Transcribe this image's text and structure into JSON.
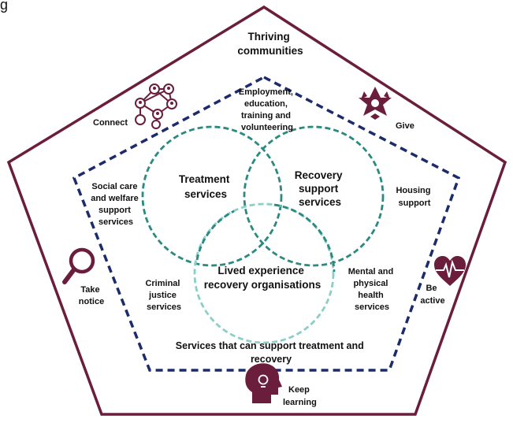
{
  "header_fragment": "g",
  "outer_title": [
    "Thriving",
    "communities"
  ],
  "wellbeing": {
    "connect": "Connect",
    "give": "Give",
    "take_notice": [
      "Take",
      "notice"
    ],
    "be_active": [
      "Be",
      "active"
    ],
    "keep_learning": [
      "Keep",
      "learning"
    ]
  },
  "services": {
    "employment": [
      "Employment,",
      "education,",
      "training and",
      "volunteering"
    ],
    "social_care": [
      "Social care",
      "and welfare",
      "support",
      "services"
    ],
    "housing": [
      "Housing",
      "support"
    ],
    "criminal_justice": [
      "Criminal",
      "justice",
      "services"
    ],
    "mental_physical": [
      "Mental and",
      "physical",
      "health",
      "services"
    ],
    "footer": [
      "Services that can support treatment and",
      "recovery"
    ]
  },
  "circles": {
    "treatment": [
      "Treatment",
      "services"
    ],
    "recovery_support": [
      "Recovery",
      "support",
      "services"
    ],
    "lived_experience": [
      "Lived experience",
      "recovery organisations"
    ]
  },
  "colors": {
    "maroon": "#6b1e3c",
    "navy": "#1b2b6b",
    "teal": "#2a8a80",
    "teal_light": "#8ccfc6"
  },
  "icons": [
    "network-icon",
    "hands-star-icon",
    "magnifier-icon",
    "heart-pulse-icon",
    "head-lightbulb-icon"
  ]
}
